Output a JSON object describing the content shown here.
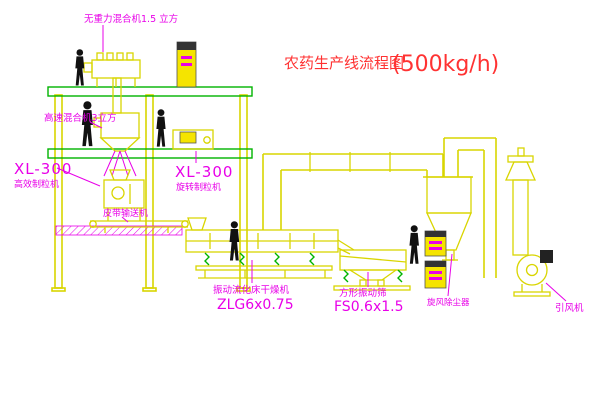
{
  "title": {
    "main": "农药生产线流程图",
    "capacity": "(500kg/h)"
  },
  "labels": {
    "top_mixer": "无重力混合机1.5 立方",
    "high_speed_mixer": "高速混合机3立方",
    "granulator_left_model": "XL-300",
    "granulator_left_name": "高效制粒机",
    "granulator_mid_model": "XL-300",
    "granulator_mid_name": "旋转制粒机",
    "belt_conveyor": "皮带输送机",
    "dryer_name": "振动流化床干燥机",
    "dryer_model": "ZLG6x0.75",
    "screen_name": "方形振动筛",
    "screen_model": "FS0.6x1.5",
    "cyclone_name": "旋风除尘器",
    "fan_name": "引风机"
  },
  "colors": {
    "line_yellow": "#d9d500",
    "line_green": "#00b400",
    "label_magenta": "#e800e8",
    "title_red": "#ff3232",
    "figure_black": "#111111",
    "panel_yellow": "#f5e400"
  }
}
